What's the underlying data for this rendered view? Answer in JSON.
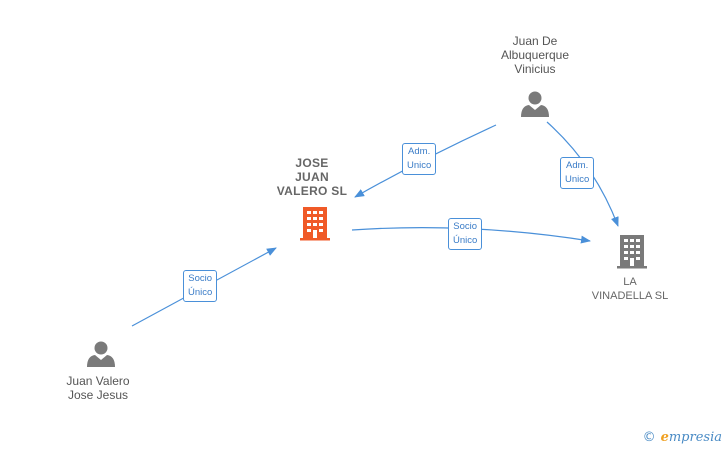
{
  "nodes": {
    "jose_juan_valero_sl": {
      "label": "JOSE\nJUAN\nVALERO  SL",
      "type": "company",
      "highlight": true,
      "color": "#f05a28"
    },
    "la_vinadella_sl": {
      "label": "LA\nVINADELLA SL",
      "type": "company",
      "color": "#7a7a7a"
    },
    "juan_de_albuquerque": {
      "label": "Juan De\nAlbuquerque\nVinicius",
      "type": "person",
      "color": "#7a7a7a"
    },
    "juan_valero_jose_jesus": {
      "label": "Juan Valero\nJose Jesus",
      "type": "person",
      "color": "#7a7a7a"
    }
  },
  "edges": [
    {
      "from": "juan_de_albuquerque",
      "to": "jose_juan_valero_sl",
      "label": "Adm.\nUnico"
    },
    {
      "from": "juan_de_albuquerque",
      "to": "la_vinadella_sl",
      "label": "Adm.\nUnico"
    },
    {
      "from": "jose_juan_valero_sl",
      "to": "la_vinadella_sl",
      "label": "Socio\nÚnico"
    },
    {
      "from": "juan_valero_jose_jesus",
      "to": "jose_juan_valero_sl",
      "label": "Socio\nÚnico"
    }
  ],
  "brand": {
    "copyright": "©",
    "name_initial": "e",
    "name_rest": "mpresia"
  },
  "colors": {
    "edge": "#4a90d9",
    "label_text": "#3a7cc7"
  }
}
